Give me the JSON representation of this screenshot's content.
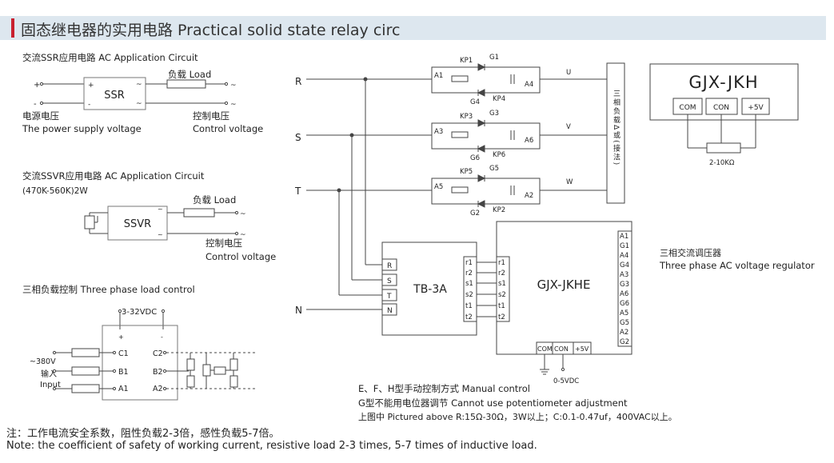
{
  "header": {
    "title": "固态继电器的实用电路 Practical solid state relay circ"
  },
  "ssr": {
    "title": "交流SSR应用电路 AC Application Circuit",
    "label": "SSR",
    "load": "负载 Load",
    "plus": "+",
    "minus": "-",
    "ac_mark": "~",
    "supply_cn": "电源电压",
    "supply_en": "The power supply voltage",
    "control_cn": "控制电压",
    "control_en": "Control voltage"
  },
  "ssvr": {
    "title": "交流SSVR应用电路  AC Application Circuit",
    "resistor": "(470K-560K)2W",
    "label": "SSVR",
    "load": "负载 Load",
    "control_cn": "控制电压",
    "control_en": "Control voltage",
    "ac_mark": "~"
  },
  "three_phase": {
    "title": "三相负载控制 Three phase load control",
    "dc": "3-32VDC",
    "plus": "+",
    "minus": "-",
    "v380": "~380V",
    "input_cn": "输入",
    "input_en": "Input",
    "terms_left": [
      "C1",
      "B1",
      "A1"
    ],
    "terms_right": [
      "C2",
      "B2",
      "A2"
    ]
  },
  "main": {
    "phases": [
      "R",
      "S",
      "T",
      "N"
    ],
    "outputs": [
      "U",
      "V",
      "W"
    ],
    "branches": [
      {
        "kp_top": "KP1",
        "g_top": "G1",
        "a_left": "A1",
        "a_right": "A4",
        "g_bot": "G4",
        "kp_bot": "KP4"
      },
      {
        "kp_top": "KP3",
        "g_top": "G3",
        "a_left": "A3",
        "a_right": "A6",
        "g_bot": "G6",
        "kp_bot": "KP6"
      },
      {
        "kp_top": "KP5",
        "g_top": "G5",
        "a_left": "A5",
        "a_right": "A2",
        "g_bot": "G2",
        "kp_bot": "KP2"
      }
    ],
    "load_box": "三相负载Δ或(接法)",
    "tb3a": {
      "label": "TB-3A",
      "terms": [
        "R",
        "S",
        "T",
        "N"
      ],
      "r_terms": [
        "r1",
        "r2",
        "s1",
        "s2",
        "t1",
        "t2"
      ]
    },
    "gjxjkhe": {
      "label": "GJX-JKHE",
      "in_terms": [
        "r1",
        "r2",
        "s1",
        "s2",
        "t1",
        "t2"
      ],
      "right_terms": [
        "A1",
        "G1",
        "A4",
        "G4",
        "A3",
        "G3",
        "A6",
        "G6",
        "A5",
        "G5",
        "A2",
        "G2"
      ],
      "bottom": [
        "COM",
        "CON",
        "+5V"
      ],
      "vdc": "0-5VDC"
    },
    "gjxjkh": {
      "label": "GJX-JKH",
      "terms": [
        "COM",
        "CON",
        "+5V"
      ],
      "pot": "2-10KΩ"
    },
    "regulator_cn": "三相交流调压器",
    "regulator_en": "Three phase AC voltage regulator",
    "manual_notes": [
      "E、F、H型手动控制方式 Manual control",
      "G型不能用电位器调节 Cannot use potentiometer adjustment",
      "上图中 Pictured above R:15Ω-30Ω，3W以上；C:0.1-0.47uf，400VAC以上。"
    ]
  },
  "notes": {
    "cn": "注：工作电流安全系数，阻性负载2-3倍，感性负载5-7倍。",
    "en": "Note: the coefficient of safety of working current, resistive load 2-3 times, 5-7 times of inductive load."
  }
}
